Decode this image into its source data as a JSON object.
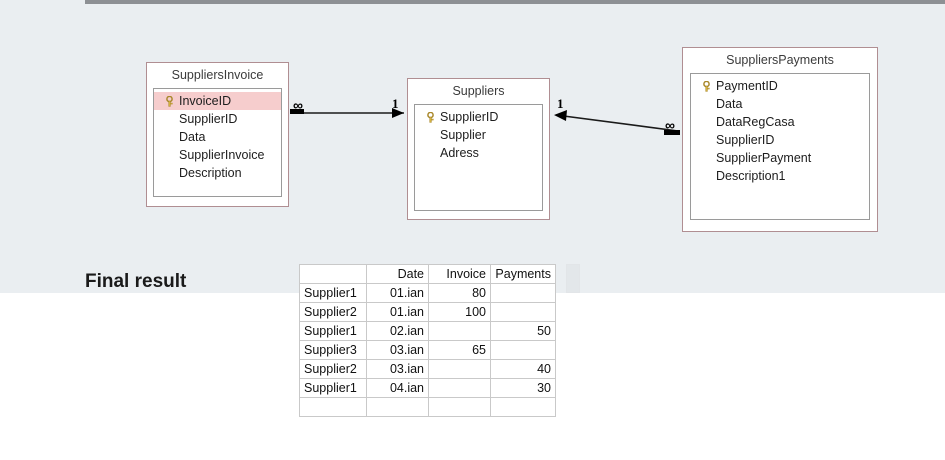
{
  "canvas": {
    "background_color": "#eaeef1",
    "page_background_color": "#ffffff",
    "top_bar_color": "#8d9094"
  },
  "relationship_diagram": {
    "tables": [
      {
        "name": "tbl-suppliersinvoice",
        "title": "SuppliersInvoice",
        "fields": [
          {
            "label": "InvoiceID",
            "is_key": true,
            "selected": true
          },
          {
            "label": "SupplierID",
            "is_key": false,
            "selected": false
          },
          {
            "label": "Data",
            "is_key": false,
            "selected": false
          },
          {
            "label": "SupplierInvoice",
            "is_key": false,
            "selected": false
          },
          {
            "label": "Description",
            "is_key": false,
            "selected": false
          }
        ]
      },
      {
        "name": "tbl-suppliers",
        "title": "Suppliers",
        "fields": [
          {
            "label": "SupplierID",
            "is_key": true,
            "selected": false
          },
          {
            "label": "Supplier",
            "is_key": false,
            "selected": false
          },
          {
            "label": "Adress",
            "is_key": false,
            "selected": false
          }
        ]
      },
      {
        "name": "tbl-supplierspayments",
        "title": "SuppliersPayments",
        "fields": [
          {
            "label": "PaymentID",
            "is_key": true,
            "selected": false
          },
          {
            "label": "Data",
            "is_key": false,
            "selected": false
          },
          {
            "label": "DataRegCasa",
            "is_key": false,
            "selected": false
          },
          {
            "label": "SupplierID",
            "is_key": false,
            "selected": false
          },
          {
            "label": "SupplierPayment",
            "is_key": false,
            "selected": false
          },
          {
            "label": "Description1",
            "is_key": false,
            "selected": false
          }
        ]
      }
    ],
    "relationships": [
      {
        "name": "rel-suppliersinvoice-suppliers",
        "from_cardinality": "∞",
        "to_cardinality": "1",
        "line_color": "#1a1a1a"
      },
      {
        "name": "rel-suppliers-supplierspayments",
        "from_cardinality": "1",
        "to_cardinality": "∞",
        "line_color": "#1a1a1a"
      }
    ],
    "border_color": "#b08e92",
    "key_icon_color": "#d4b13c",
    "selected_row_color": "#f6cdcd"
  },
  "final_result": {
    "label": "Final result",
    "grid": {
      "columns": [
        "",
        "Date",
        "Invoice",
        "Payments"
      ],
      "rows": [
        {
          "supplier": "Supplier1",
          "date": "01.ian",
          "invoice": "80",
          "payments": ""
        },
        {
          "supplier": "Supplier2",
          "date": "01.ian",
          "invoice": "100",
          "payments": ""
        },
        {
          "supplier": "Supplier1",
          "date": "02.ian",
          "invoice": "",
          "payments": "50"
        },
        {
          "supplier": "Supplier3",
          "date": "03.ian",
          "invoice": "65",
          "payments": ""
        },
        {
          "supplier": "Supplier2",
          "date": "03.ian",
          "invoice": "",
          "payments": "40"
        },
        {
          "supplier": "Supplier1",
          "date": "04.ian",
          "invoice": "",
          "payments": "30"
        },
        {
          "supplier": "",
          "date": "",
          "invoice": "",
          "payments": ""
        }
      ]
    }
  }
}
